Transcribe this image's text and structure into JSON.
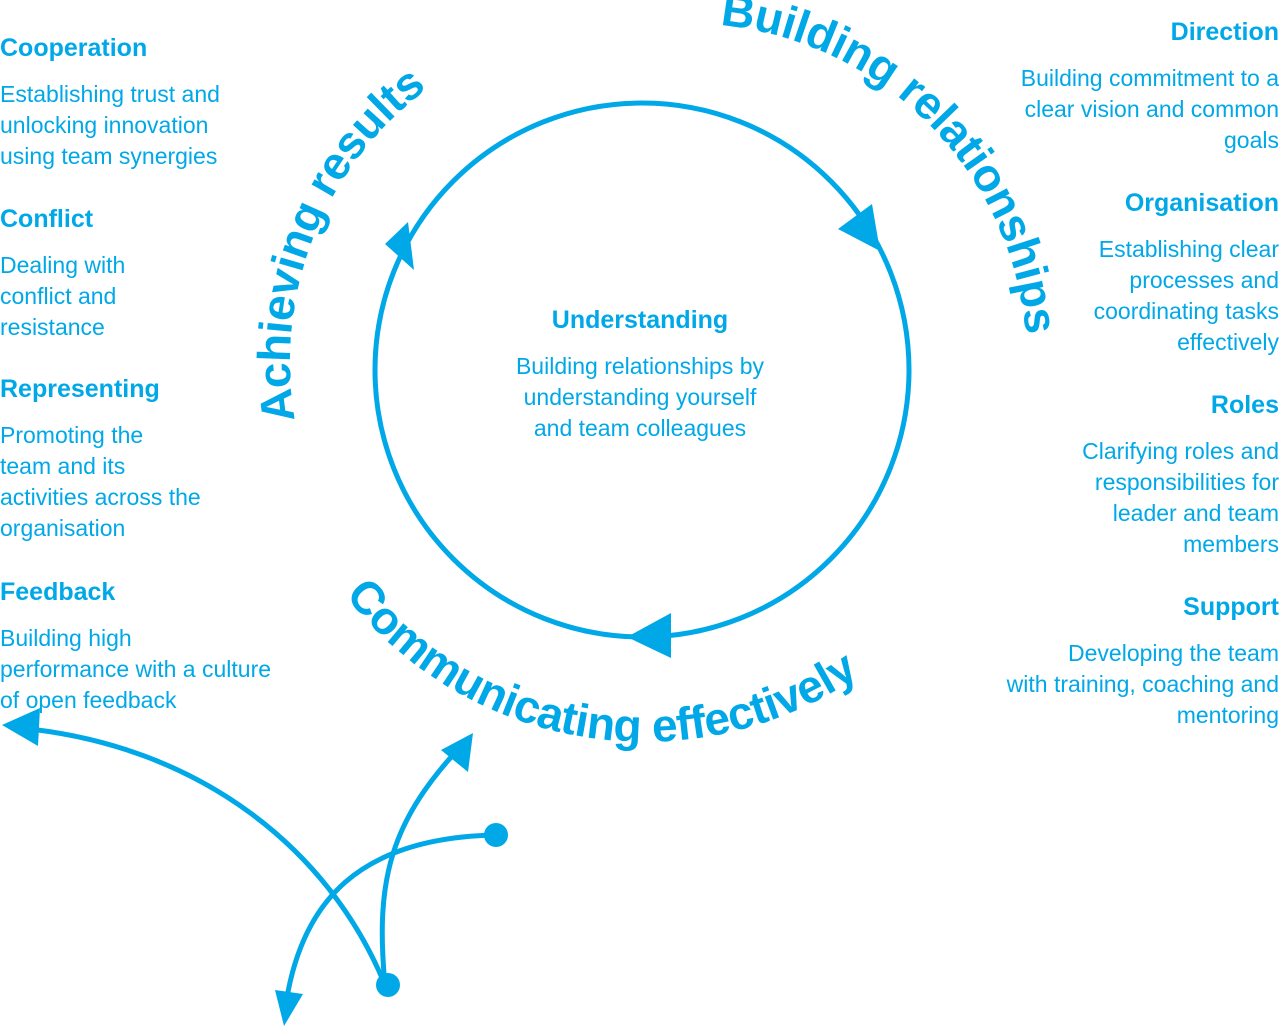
{
  "colors": {
    "accent": "#00a8e8"
  },
  "arcs": {
    "achieving": "Achieving results",
    "building": "Building relationships",
    "communicating": "Communicating effectively"
  },
  "center": {
    "heading": "Understanding",
    "desc": [
      "Building relationships by",
      "understanding yourself",
      "and team colleagues"
    ]
  },
  "left": [
    {
      "heading": "Cooperation",
      "desc": [
        "Establishing trust and",
        "unlocking innovation",
        "using team synergies"
      ]
    },
    {
      "heading": "Conflict",
      "desc": [
        "Dealing with",
        "conflict and",
        "resistance"
      ]
    },
    {
      "heading": "Representing",
      "desc": [
        "Promoting the",
        "team and its",
        "activities across the",
        "organisation"
      ]
    },
    {
      "heading": "Feedback",
      "desc": [
        "Building high",
        "performance with a culture",
        "of open feedback"
      ]
    }
  ],
  "right": [
    {
      "heading": "Direction",
      "desc": [
        "Building commitment to a",
        "clear vision and common",
        "goals"
      ]
    },
    {
      "heading": "Organisation",
      "desc": [
        "Establishing clear",
        "processes and",
        "coordinating tasks",
        "effectively"
      ]
    },
    {
      "heading": "Roles",
      "desc": [
        "Clarifying roles and",
        "responsibilities for",
        "leader and team",
        "members"
      ]
    },
    {
      "heading": "Support",
      "desc": [
        "Developing the team",
        "with training, coaching and",
        "mentoring"
      ]
    }
  ]
}
